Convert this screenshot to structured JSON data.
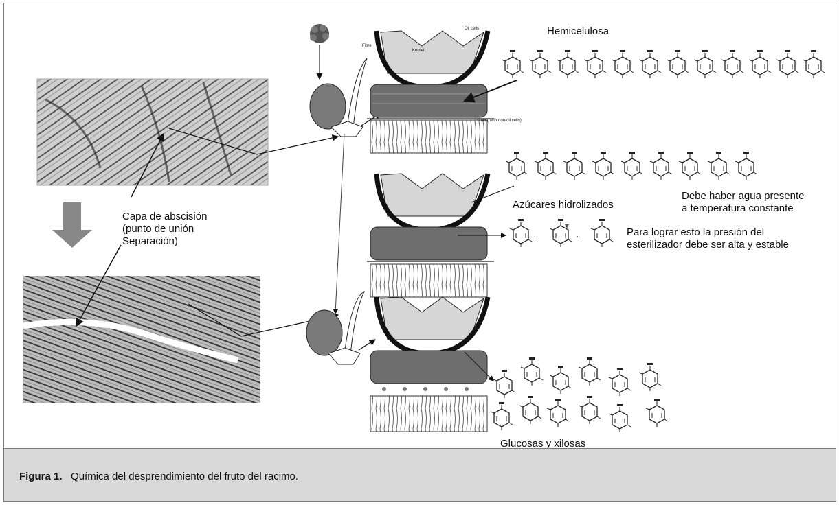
{
  "figure": {
    "caption_number": "Figura 1.",
    "caption_text": "Química del desprendimiento del fruto del racimo."
  },
  "labels": {
    "hemicelulosa": "Hemicelulosa",
    "capa_abscision": "Capa de abscisión\n(punto de unión\nSeparación)",
    "azucares": "Azúcares hidrolizados",
    "agua": "Debe haber agua presente\na temperatura constante",
    "presion": "Para lograr esto la presión del\nesterilizador debe ser alta y estable",
    "glucosas": "Glucosas y xilosas"
  },
  "micro_labels": {
    "oil_cells": "Oil cells",
    "kernel": "Kernel",
    "fibre": "Fibre",
    "stalk": "Stalk ( with non-oil cells)"
  },
  "colors": {
    "fruit": "#7a7a7a",
    "shell": "#111111",
    "kernel": "#d6d6d6",
    "cells": "#6e6e6e",
    "arrow": "#888888",
    "caption_bg": "#d9d9d9"
  }
}
